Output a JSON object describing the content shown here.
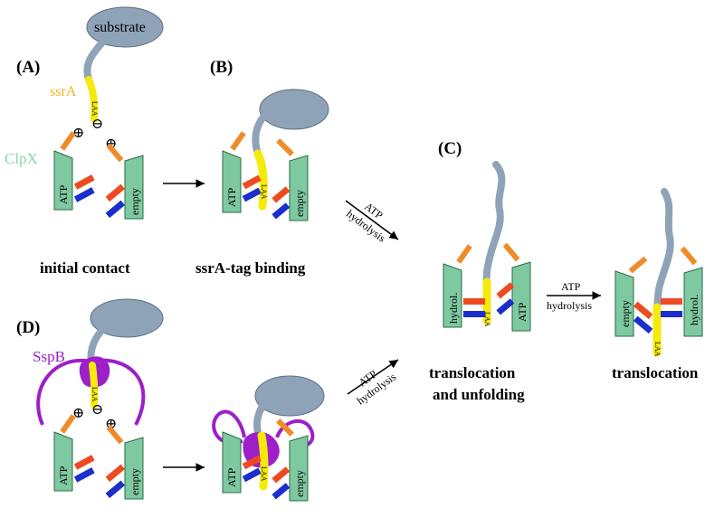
{
  "labels": {
    "substrate": "substrate",
    "ssrA": "ssrA",
    "ClpX": "ClpX",
    "SspB": "SspB",
    "laa": "LAA",
    "atp": "ATP",
    "empty": "empty",
    "hydrol": "hydrol.",
    "plus": "⊕",
    "minus": "⊖"
  },
  "panels": {
    "A": "(A)",
    "B": "(B)",
    "C": "(C)",
    "D": "(D)"
  },
  "captions": {
    "initial_contact": "initial contact",
    "ssrA_binding": "ssrA-tag binding",
    "translocation_unfolding_1": "translocation",
    "translocation_unfolding_2": "and unfolding",
    "translocation": "translocation"
  },
  "arrows": {
    "atp": "ATP",
    "hydrolysis": "hydrolysis"
  },
  "colors": {
    "substrate": "#8fa3b8",
    "ssrA": "#f5ea0a",
    "ssrA_text": "#f2b21e",
    "clpx": "#7fc9a0",
    "clpx_text": "#8fd6ac",
    "sspb": "#9c1fc9",
    "orange": "#ef8c2a",
    "red": "#ee4a22",
    "blue": "#1a2fcc"
  }
}
